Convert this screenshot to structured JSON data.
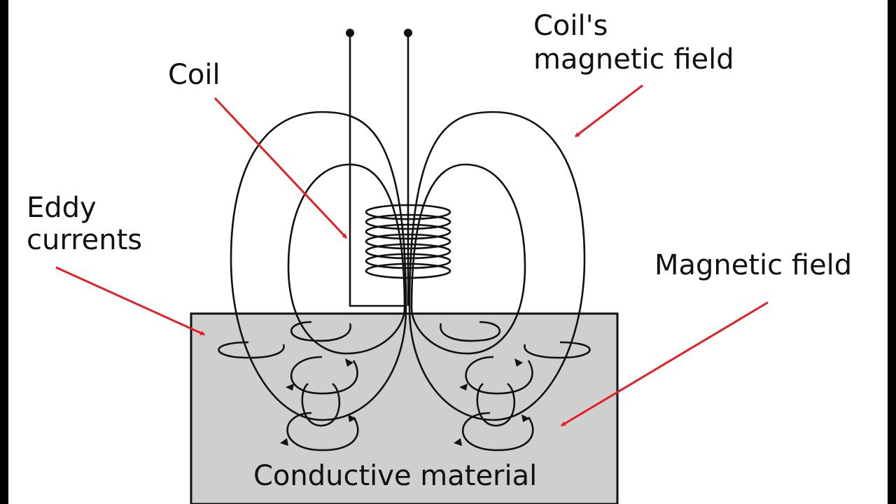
{
  "title": "Eddy current testing diagram",
  "labels": {
    "coil": "Coil",
    "coil_field_line1": "Coil's",
    "coil_field_line2": "magnetic field",
    "eddy_line1": "Eddy",
    "eddy_line2": "currents",
    "magnetic_field": "Magnetic field",
    "material": "Conductive material"
  },
  "colors": {
    "arrow": "#e31e24",
    "line": "#111111",
    "material_fill": "#cfcfcf",
    "frame": "#000000",
    "background": "#ffffff"
  },
  "icons": [
    "coil-icon",
    "eddy-current-loop-icon",
    "arrowhead-icon"
  ]
}
